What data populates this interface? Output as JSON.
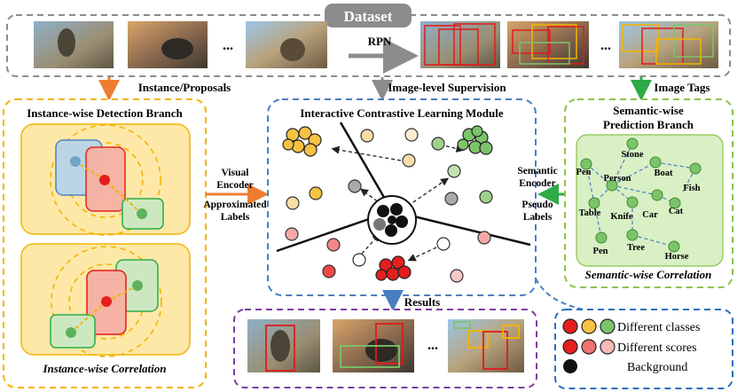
{
  "dataset": {
    "title": "Dataset",
    "ellipsis": "...",
    "rpn_label": "RPN"
  },
  "labels": {
    "instance_proposals": "Instance/Proposals",
    "image_level_supervision": "Image-level Supervision",
    "image_tags": "Image Tags",
    "results": "Results"
  },
  "instance_branch": {
    "title": "Instance-wise Detection Branch",
    "footer": "Instance-wise Correlation"
  },
  "icl_module": {
    "title": "Interactive Contrastive Learning Module"
  },
  "semantic_branch": {
    "title_line1": "Semantic-wise",
    "title_line2": "Prediction Branch",
    "footer": "Semantic-wise Correlation",
    "nodes": [
      "Pen",
      "Stone",
      "Person",
      "Boat",
      "Fish",
      "Table",
      "Knife",
      "Car",
      "Cat",
      "Tree",
      "Pen",
      "Horse"
    ]
  },
  "left_arrow": {
    "line1": "Visual",
    "line2": "Encoder",
    "line3": "Approximated",
    "line4": "Labels"
  },
  "right_arrow": {
    "line1": "Semantic",
    "line2": "Encoder",
    "line3": "Pseudo",
    "line4": "Labels"
  },
  "legend": {
    "classes": "Different classes",
    "scores": "Different scores",
    "background": "Background"
  },
  "colors": {
    "dataset_border": "#8c8c8c",
    "instance_border": "#f4b400",
    "instance_fill": "#fde8a8",
    "icl_border": "#4a7ec2",
    "semantic_border": "#8bc34a",
    "semantic_fill": "#d9efc4",
    "node": "#7cc46a",
    "results_border": "#7b3fa0",
    "legend_border": "#2a6ebd",
    "orange_arrow": "#ee7d31",
    "green_arrow": "#2eaa47"
  }
}
